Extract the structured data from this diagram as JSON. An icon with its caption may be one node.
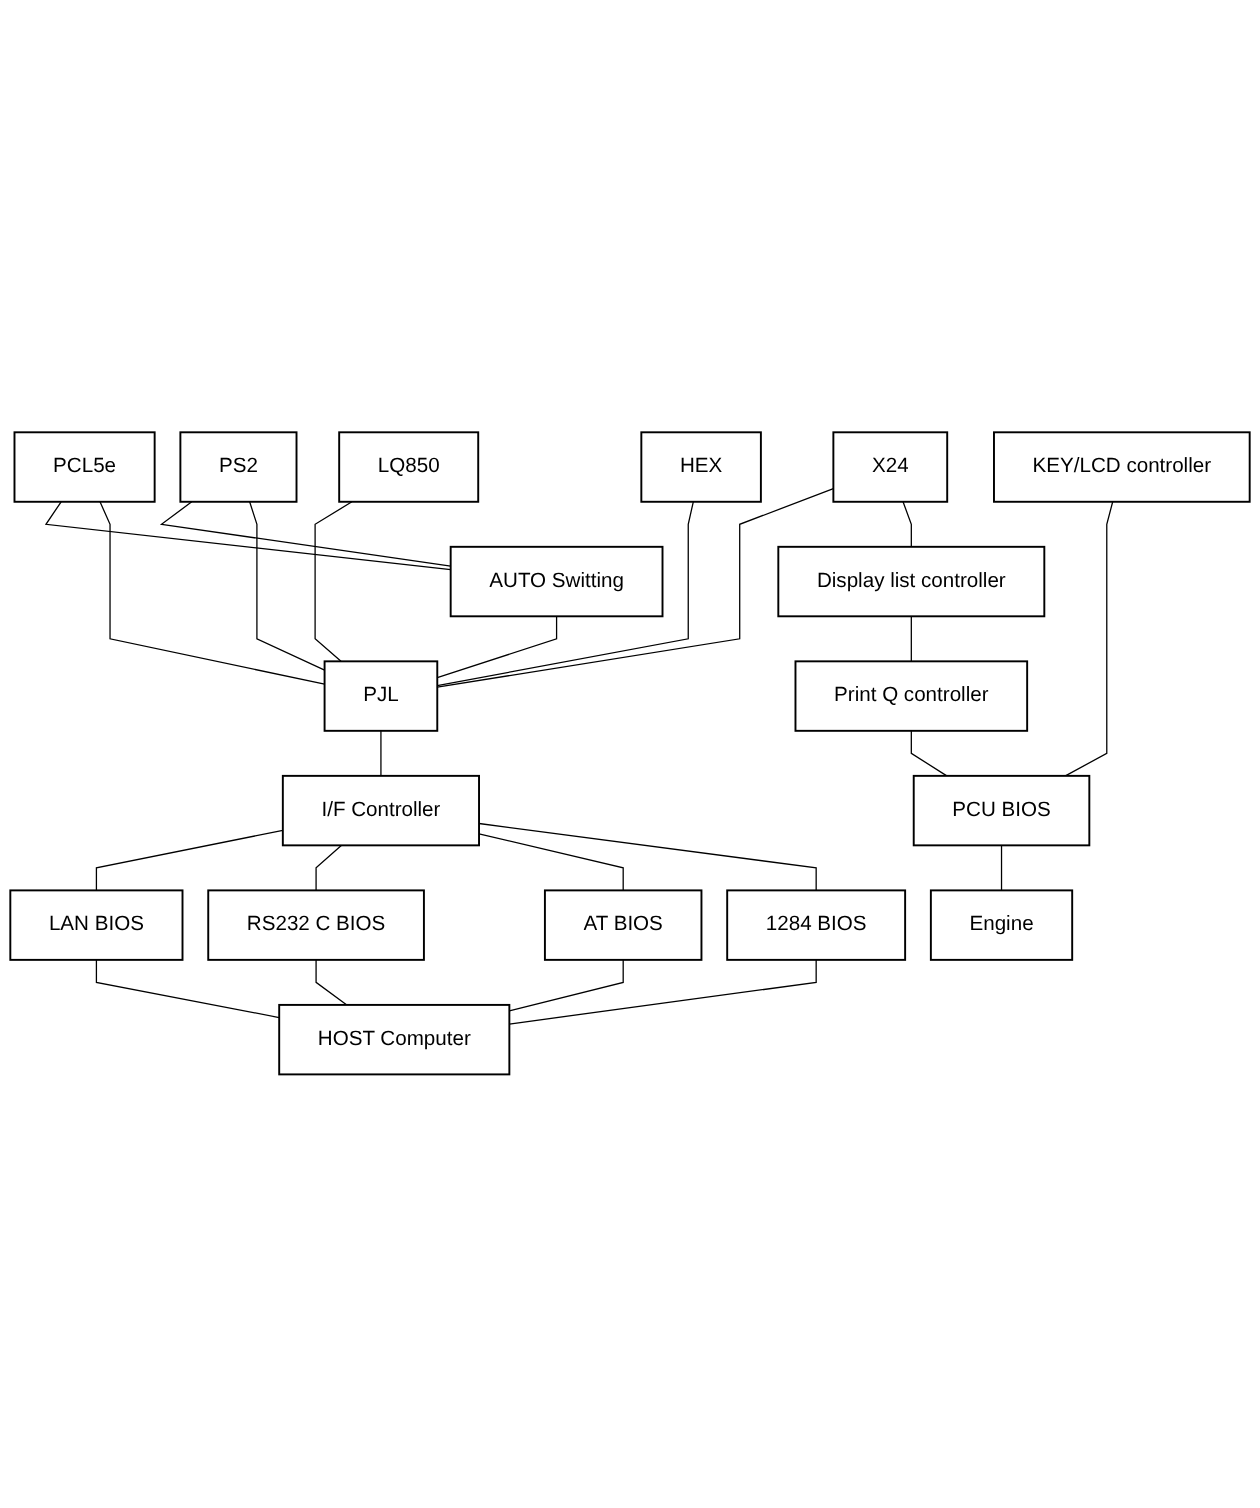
{
  "diagram": {
    "nodes": [
      {
        "text": [
          "PCL5e"
        ]
      },
      {
        "text": [
          "PS2"
        ]
      },
      {
        "text": [
          "X24"
        ]
      },
      {
        "text": [
          "LQ850"
        ]
      },
      {
        "text": [
          "HEX"
        ]
      },
      {
        "text": [
          "AUTO Switting"
        ]
      },
      {
        "text": [
          "PJL"
        ]
      },
      {
        "text": [
          "I/F Controller"
        ]
      },
      {
        "text": [
          "Display list controller"
        ]
      },
      {
        "text": [
          "Print Q controller"
        ]
      },
      {
        "text": [
          "LAN BIOS"
        ]
      },
      {
        "text": [
          "RS232 C BIOS"
        ]
      },
      {
        "text": [
          "AT BIOS"
        ]
      },
      {
        "text": [
          "1284 BIOS"
        ]
      },
      {
        "text": [
          "KEY/LCD controller"
        ]
      },
      {
        "text": [
          "PCU BIOS"
        ]
      },
      {
        "text": [
          "HOST Computer"
        ]
      },
      {
        "text": [
          "Engine"
        ]
      }
    ],
    "edges": [
      {
        "from": 0,
        "to": 5,
        "arrow": "none"
      },
      {
        "from": 1,
        "to": 5,
        "arrow": "none"
      },
      {
        "from": 0,
        "to": 6,
        "arrow": "none"
      },
      {
        "from": 1,
        "to": 6,
        "arrow": "none"
      },
      {
        "from": 2,
        "to": 6,
        "arrow": "none"
      },
      {
        "from": 3,
        "to": 6,
        "arrow": "none"
      },
      {
        "from": 4,
        "to": 6,
        "arrow": "none"
      },
      {
        "from": 5,
        "to": 6,
        "arrow": "none"
      },
      {
        "from": 2,
        "to": 8,
        "arrow": "none"
      },
      {
        "from": 6,
        "to": 7,
        "arrow": "none"
      },
      {
        "from": 7,
        "to": 10,
        "arrow": "none"
      },
      {
        "from": 7,
        "to": 11,
        "arrow": "none"
      },
      {
        "from": 7,
        "to": 12,
        "arrow": "none"
      },
      {
        "from": 7,
        "to": 13,
        "arrow": "none"
      },
      {
        "from": 8,
        "to": 9,
        "arrow": "none"
      },
      {
        "from": 9,
        "to": 15,
        "arrow": "none"
      },
      {
        "from": 14,
        "to": 15,
        "arrow": "none"
      },
      {
        "from": 10,
        "to": 16,
        "arrow": "none"
      },
      {
        "from": 11,
        "to": 16,
        "arrow": "none"
      },
      {
        "from": 12,
        "to": 16,
        "arrow": "none"
      },
      {
        "from": 13,
        "to": 16,
        "arrow": "none"
      },
      {
        "from": 15,
        "to": 17,
        "arrow": "none"
      }
    ]
  }
}
